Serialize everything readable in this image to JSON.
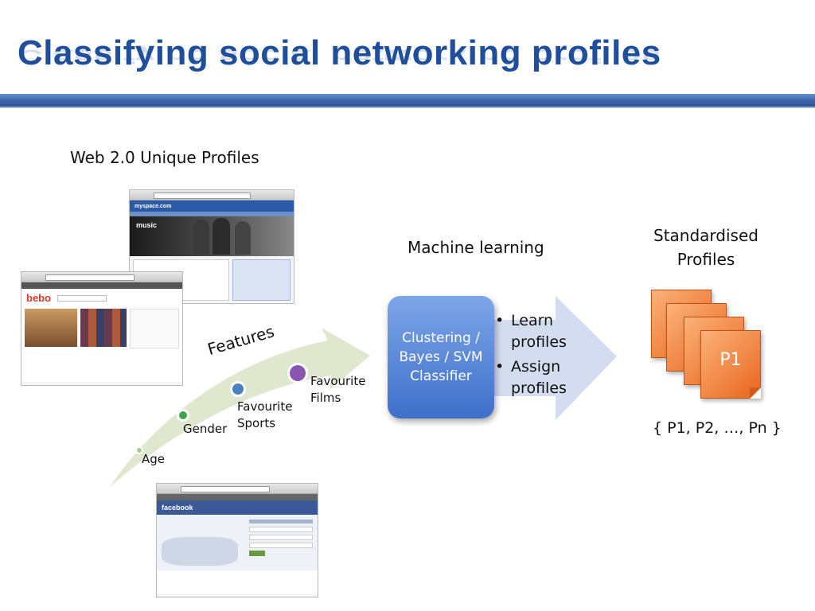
{
  "title": "Classifying social networking profiles",
  "profiles_label": "Web 2.0 Unique Profiles",
  "features_label": "Features",
  "features": [
    "Age",
    "Gender",
    "Favourite Sports",
    "Favourite Films"
  ],
  "feature_colors": [
    "#9bcf8a",
    "#3ea34a",
    "#4a82c0",
    "#8a55b0"
  ],
  "machine_learning_label": "Machine learning",
  "classifier_label": "Clustering / Bayes / SVM Classifier",
  "bullets": [
    "Learn profiles",
    "Assign profiles"
  ],
  "standardised_label": "Standardised Profiles",
  "page_label": "P1",
  "set_notation": "{ P1, P2, …, Pn }",
  "screenshots": {
    "myspace": {
      "logo": "myspace.com",
      "banner": "music"
    },
    "bebo": {
      "logo": "bebo"
    },
    "facebook": {
      "logo": "facebook"
    }
  },
  "colors": {
    "title": "#1f4e9a",
    "arrow": "#d3ddef",
    "features_arrow": "#dfe8cf",
    "classifier": "#4f7fd6",
    "page": "#f08a3c"
  }
}
